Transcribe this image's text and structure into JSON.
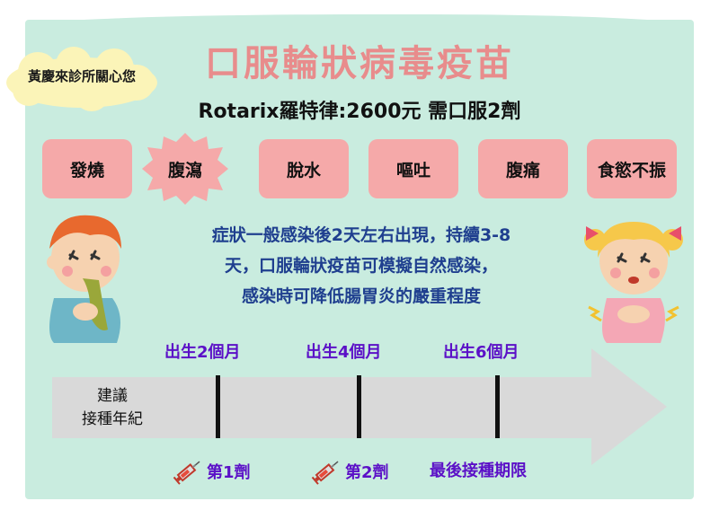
{
  "clinic": {
    "name": "黃慶來診所關心您"
  },
  "title": "口服輪狀病毒疫苗",
  "subtitle": "Rotarix羅特律:2600元  需口服2劑",
  "symptoms": [
    {
      "label": "發燒"
    },
    {
      "label": "腹瀉"
    },
    {
      "label": "脫水"
    },
    {
      "label": "嘔吐"
    },
    {
      "label": "腹痛"
    },
    {
      "label": "食慾不振"
    }
  ],
  "description": {
    "line1": "症狀一般感染後2天左右出現，持續3-8",
    "line2": "天，口服輪狀疫苗可模擬自然感染，",
    "line3": "感染時可降低腸胃炎的嚴重程度"
  },
  "timeline": {
    "label_line1": "建議",
    "label_line2": "接種年紀",
    "ages": [
      "出生2個月",
      "出生4個月",
      "出生6個月"
    ],
    "doses": [
      "第1劑",
      "第2劑",
      "最後接種期限"
    ]
  },
  "colors": {
    "background": "#c9ecdf",
    "symptom_box": "#f5a9a9",
    "title": "#e88c8c",
    "description": "#1f3f8f",
    "timeline_text": "#5b10c7",
    "arrow": "#d9d9d9"
  },
  "icons": [
    "syringe-icon",
    "syringe-icon"
  ]
}
